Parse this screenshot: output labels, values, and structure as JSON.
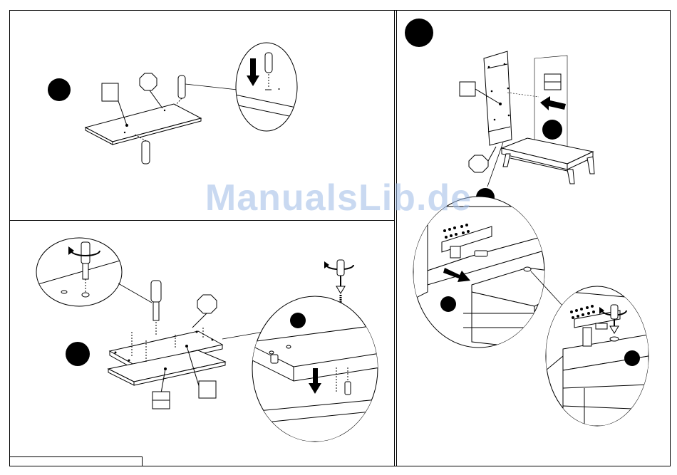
{
  "watermark": {
    "text": "ManualsLib.de",
    "color": "#9dbbe6"
  },
  "steps": [
    {
      "panel": "top-left",
      "icons": [
        "step-marker-icon",
        "part-label-icon",
        "hardware-octagon-icon",
        "detail-callout-icon",
        "arrow-down-icon"
      ]
    },
    {
      "panel": "bottom-left",
      "icons": [
        "step-marker-icon",
        "hardware-octagon-icon",
        "rotate-icon",
        "screwdriver-icon",
        "detail-callout-icon",
        "arrow-down-icon"
      ]
    },
    {
      "panel": "right",
      "icons": [
        "step-marker-icon",
        "part-label-icon",
        "arrow-left-icon",
        "hardware-octagon-icon",
        "detail-callout-icon",
        "rotate-icon",
        "screwdriver-icon"
      ]
    }
  ]
}
